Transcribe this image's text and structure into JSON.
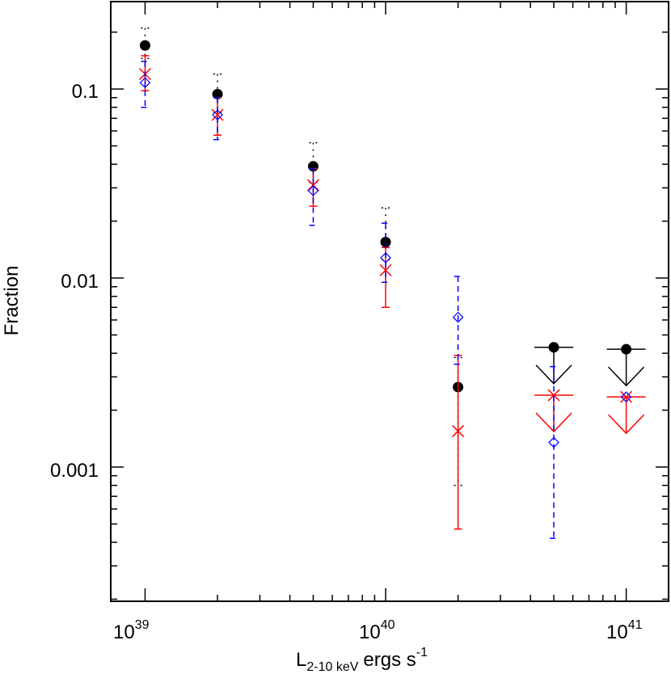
{
  "chart_data": {
    "type": "scatter",
    "title": "",
    "xlabel": {
      "main": "L",
      "sub": "2-10 keV",
      "rest": "ergs s",
      "sup": "-1"
    },
    "ylabel": "Fraction",
    "xscale": "log",
    "yscale": "log",
    "xlim": [
      7.2e+38,
      1.5e+41
    ],
    "ylim": [
      0.000195,
      0.29
    ],
    "grid": false,
    "legend": "none",
    "x_ticks": [
      {
        "value": 1e+39,
        "base": "10",
        "exp": "39"
      },
      {
        "value": 1e+40,
        "base": "10",
        "exp": "40"
      },
      {
        "value": 1e+41,
        "base": "10",
        "exp": "41"
      }
    ],
    "y_ticks": [
      {
        "value": 0.1,
        "label": "0.1"
      },
      {
        "value": 0.01,
        "label": "0.01"
      },
      {
        "value": 0.001,
        "label": "0.001"
      }
    ],
    "series": [
      {
        "marker": "filled-circle",
        "color": "#000000",
        "error_style": "dotted",
        "points": [
          {
            "x": 1e+39,
            "y": 0.17,
            "ylo": 0.145,
            "yhi": 0.21
          },
          {
            "x": 2e+39,
            "y": 0.094,
            "ylo": 0.075,
            "yhi": 0.12
          },
          {
            "x": 5e+39,
            "y": 0.039,
            "ylo": 0.032,
            "yhi": 0.052
          },
          {
            "x": 1e+40,
            "y": 0.0155,
            "ylo": 0.0125,
            "yhi": 0.0235
          },
          {
            "x": 2e+40,
            "y": 0.00265,
            "ylo": 0.0008,
            "yhi": 0.0038
          },
          {
            "x": 5e+40,
            "y": 0.0043,
            "upper_limit": true
          },
          {
            "x": 1e+41,
            "y": 0.0042,
            "upper_limit": true
          }
        ]
      },
      {
        "marker": "x",
        "color": "#ff0000",
        "error_style": "solid",
        "points": [
          {
            "x": 1e+39,
            "y": 0.12,
            "ylo": 0.098,
            "yhi": 0.15
          },
          {
            "x": 2e+39,
            "y": 0.073,
            "ylo": 0.057,
            "yhi": 0.09
          },
          {
            "x": 5e+39,
            "y": 0.031,
            "ylo": 0.024,
            "yhi": 0.038
          },
          {
            "x": 1e+40,
            "y": 0.011,
            "ylo": 0.007,
            "yhi": 0.0145
          },
          {
            "x": 2e+40,
            "y": 0.00155,
            "ylo": 0.00047,
            "yhi": 0.0039
          },
          {
            "x": 5e+40,
            "y": 0.0024,
            "upper_limit": true
          },
          {
            "x": 1e+41,
            "y": 0.00235,
            "upper_limit": true
          }
        ]
      },
      {
        "marker": "open-diamond",
        "color": "#0000ff",
        "error_style": "dashed",
        "points": [
          {
            "x": 1e+39,
            "y": 0.108,
            "ylo": 0.08,
            "yhi": 0.14
          },
          {
            "x": 2e+39,
            "y": 0.073,
            "ylo": 0.054,
            "yhi": 0.09
          },
          {
            "x": 5e+39,
            "y": 0.029,
            "ylo": 0.019,
            "yhi": 0.038
          },
          {
            "x": 1e+40,
            "y": 0.0128,
            "ylo": 0.0095,
            "yhi": 0.0195
          },
          {
            "x": 2e+40,
            "y": 0.0062,
            "ylo": 0.0035,
            "yhi": 0.0102
          },
          {
            "x": 5e+40,
            "y": 0.00135,
            "ylo": 0.00042,
            "yhi": 0.0034
          },
          {
            "x": 1e+41,
            "y": 0.00235
          }
        ]
      }
    ]
  }
}
